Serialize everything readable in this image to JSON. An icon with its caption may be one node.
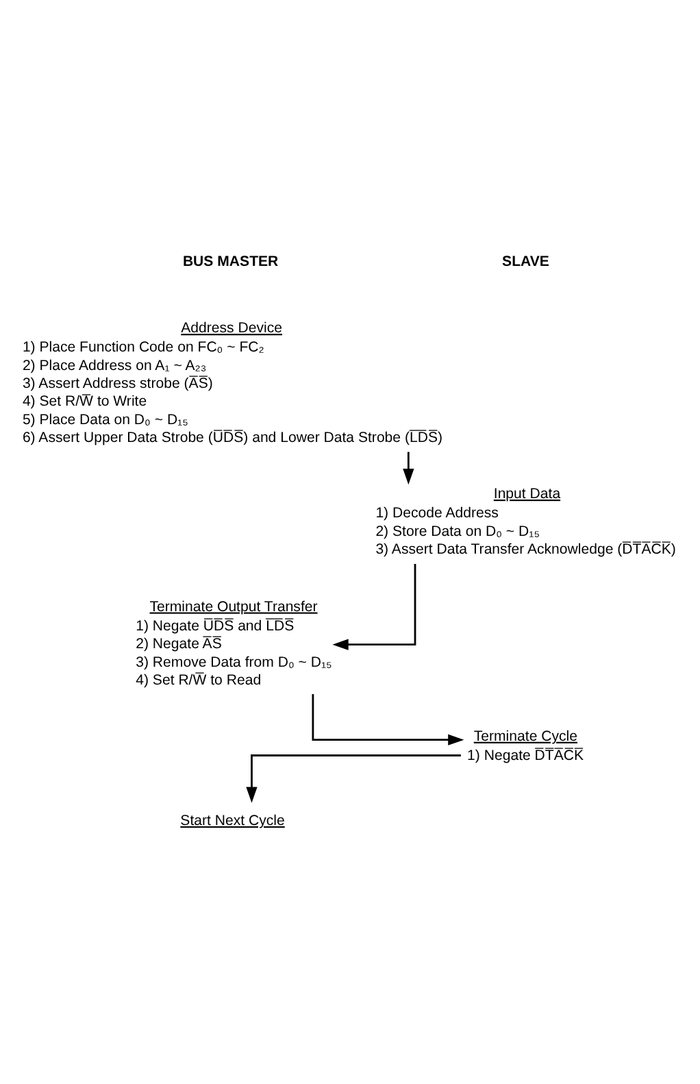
{
  "diagram": {
    "nodes": [
      {
        "text": [
          "Address Device",
          "1) Place Function Code on FC₀ ~ FC₂",
          "2) Place Address on A₁ ~ A₂₃",
          "3) Assert Address strobe (A̅S̅)",
          "4) Set R/W̅ to Write",
          "5) Place Data on D₀ ~ D₁₅",
          "6) Assert Upper Data Strobe (U̅D̅S̅) and Lower Data Strobe (L̅D̅S̅)"
        ]
      },
      {
        "text": [
          "Input Data",
          "1) Decode Address",
          "2) Store Data on D₀ ~ D₁₅",
          "3) Assert Data Transfer Acknowledge (D̅T̅A̅C̅K̅)"
        ]
      },
      {
        "text": [
          "Terminate Output Transfer",
          "1) Negate U̅D̅S̅ and L̅D̅S̅",
          "2) Negate A̅S̅",
          "3) Remove Data from D₀ ~ D₁₅",
          "4) Set R/W̅ to Read"
        ]
      },
      {
        "text": [
          "Terminate Cycle",
          "1) Negate D̅T̅A̅C̅K̅"
        ]
      },
      {
        "text": [
          "Start Next Cycle"
        ]
      }
    ],
    "edges": [
      {
        "from": 0,
        "to": 1,
        "arrow": "to"
      },
      {
        "from": 1,
        "to": 2,
        "arrow": "to"
      },
      {
        "from": 2,
        "to": 3,
        "arrow": "to"
      },
      {
        "from": 3,
        "to": 4,
        "arrow": "to"
      }
    ],
    "labels": [
      "BUS MASTER",
      "SLAVE"
    ]
  }
}
